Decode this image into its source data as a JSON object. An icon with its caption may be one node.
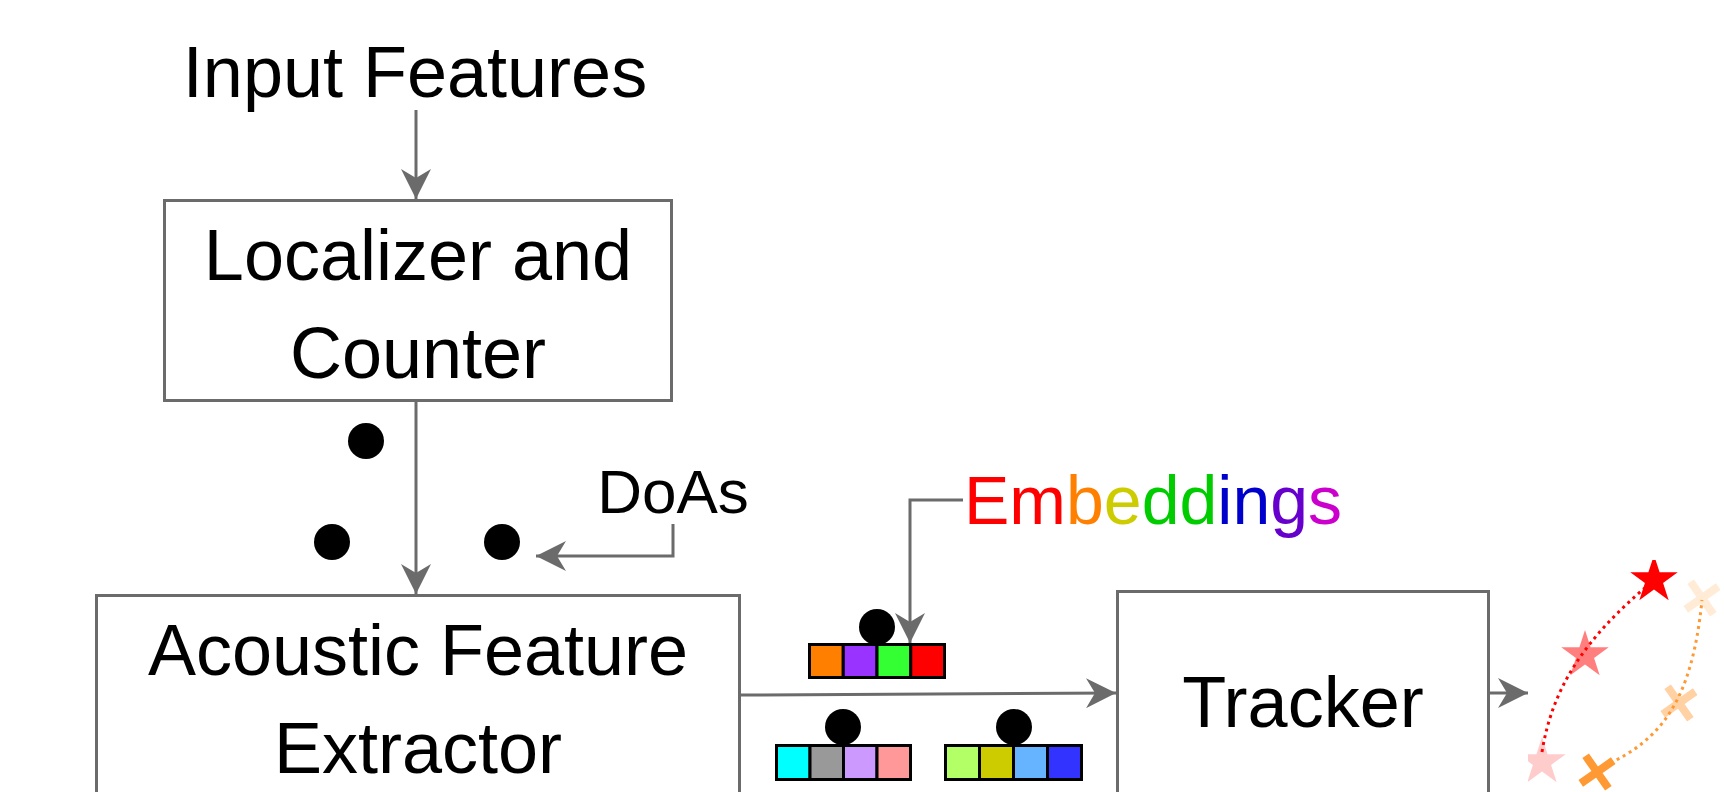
{
  "diagram": {
    "nodes": [
      {
        "text": [
          "Input Features"
        ]
      },
      {
        "text": [
          "Localizer and Counter"
        ]
      },
      {
        "text": [],
        "shape": "circle"
      },
      {
        "text": [],
        "shape": "circle"
      },
      {
        "text": [],
        "shape": "circle"
      },
      {
        "text": [
          "DoAs"
        ]
      },
      {
        "text": [
          "Acoustic Feature Extractor"
        ]
      },
      {
        "text": [
          "Embeddings"
        ]
      },
      {
        "text": [],
        "shape": "bar"
      },
      {
        "text": [],
        "shape": "bar"
      },
      {
        "text": [],
        "shape": "bar"
      },
      {
        "text": [
          "Tracker"
        ]
      },
      {
        "text": [],
        "shape": "picture"
      }
    ],
    "edges": [
      {
        "from": 0,
        "to": 1,
        "arrow": "to"
      },
      {
        "from": 1,
        "to": 6,
        "arrow": "to"
      },
      {
        "from": 5,
        "to": 4,
        "arrow": "to"
      },
      {
        "from": 7,
        "to": 8,
        "arrow": "to"
      },
      {
        "from": 6,
        "to": 11,
        "arrow": "to"
      },
      {
        "from": 11,
        "to": 12,
        "arrow": "to"
      }
    ]
  }
}
